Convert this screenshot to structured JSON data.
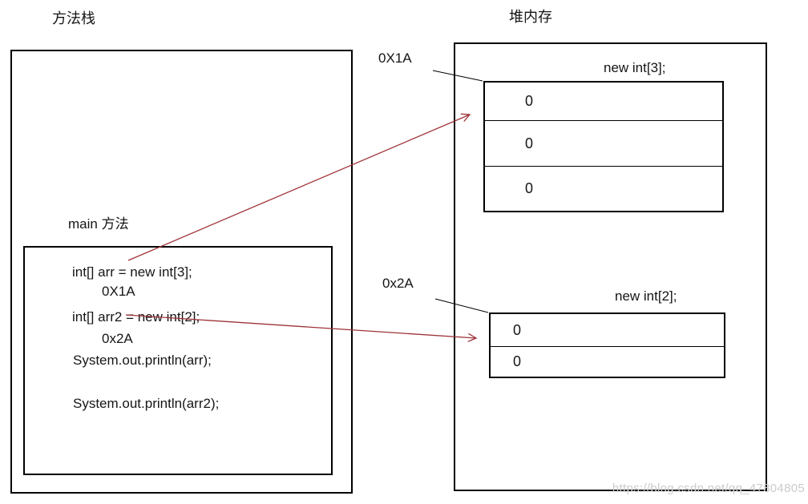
{
  "stack": {
    "title": "方法栈",
    "frame_label": "main 方法",
    "code_lines": [
      {
        "text": "int[] arr = new int[3];"
      },
      {
        "text": "0X1A"
      },
      {
        "text": "int[] arr2 = new int[2];"
      },
      {
        "text": "0x2A"
      },
      {
        "text": "System.out.println(arr);"
      },
      {
        "text": "System.out.println(arr2);"
      }
    ]
  },
  "heap": {
    "title": "堆内存",
    "arrays": [
      {
        "address": "0X1A",
        "label": "new int[3];",
        "cells": [
          "0",
          "0",
          "0"
        ]
      },
      {
        "address": "0x2A",
        "label": "new int[2];",
        "cells": [
          "0",
          "0"
        ]
      }
    ]
  },
  "watermark": "https://blog.csdn.net/qq_47804805",
  "colors": {
    "arrow": "#9e3338",
    "line": "#000000",
    "watermark": "#cbcbcb"
  }
}
